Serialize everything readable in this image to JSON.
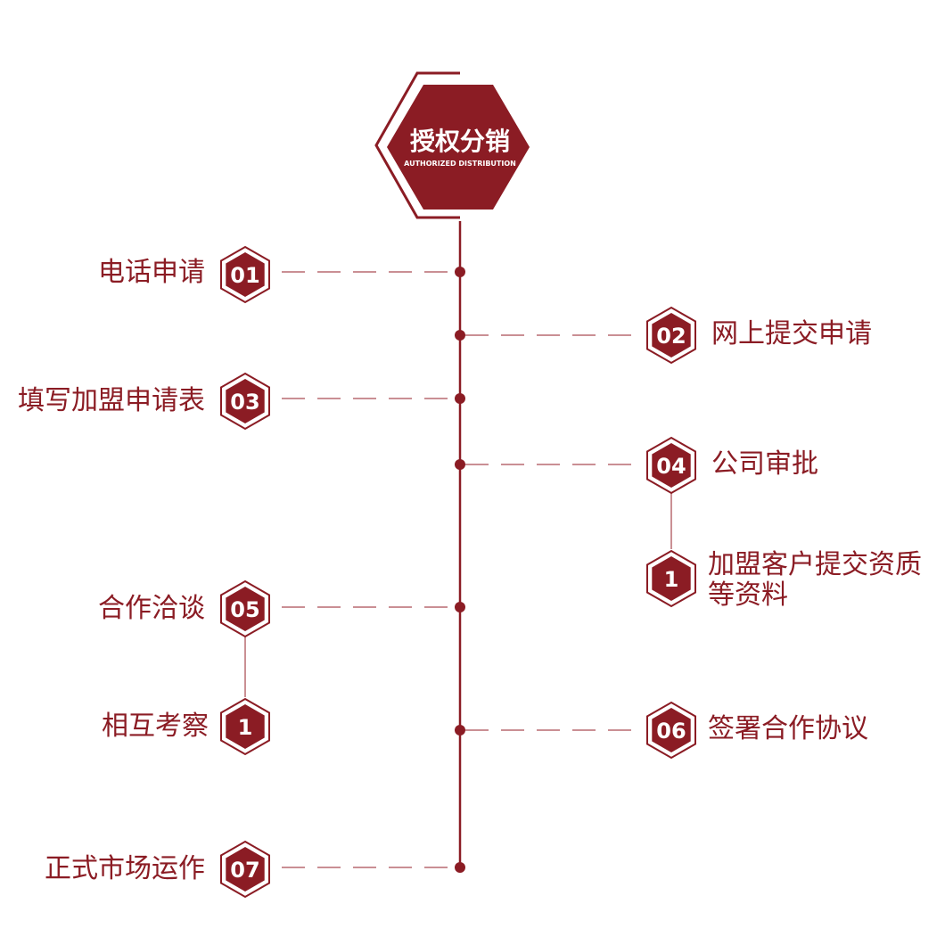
{
  "title": {
    "main": "授权分销",
    "sub": "AUTHORIZED DISTRIBUTION"
  },
  "steps": [
    {
      "num": "01",
      "label": "电话申请"
    },
    {
      "num": "02",
      "label": "网上提交申请"
    },
    {
      "num": "03",
      "label": "填写加盟申请表"
    },
    {
      "num": "04",
      "label": "公司审批"
    },
    {
      "num": "1",
      "label": "加盟客户提交资质等资料"
    },
    {
      "num": "05",
      "label": "合作洽谈"
    },
    {
      "num": "1",
      "label": "相互考察"
    },
    {
      "num": "06",
      "label": "签署合作协议"
    },
    {
      "num": "07",
      "label": "正式市场运作"
    }
  ],
  "colors": {
    "primary": "#8b1c24",
    "dash": "#b86a70"
  }
}
